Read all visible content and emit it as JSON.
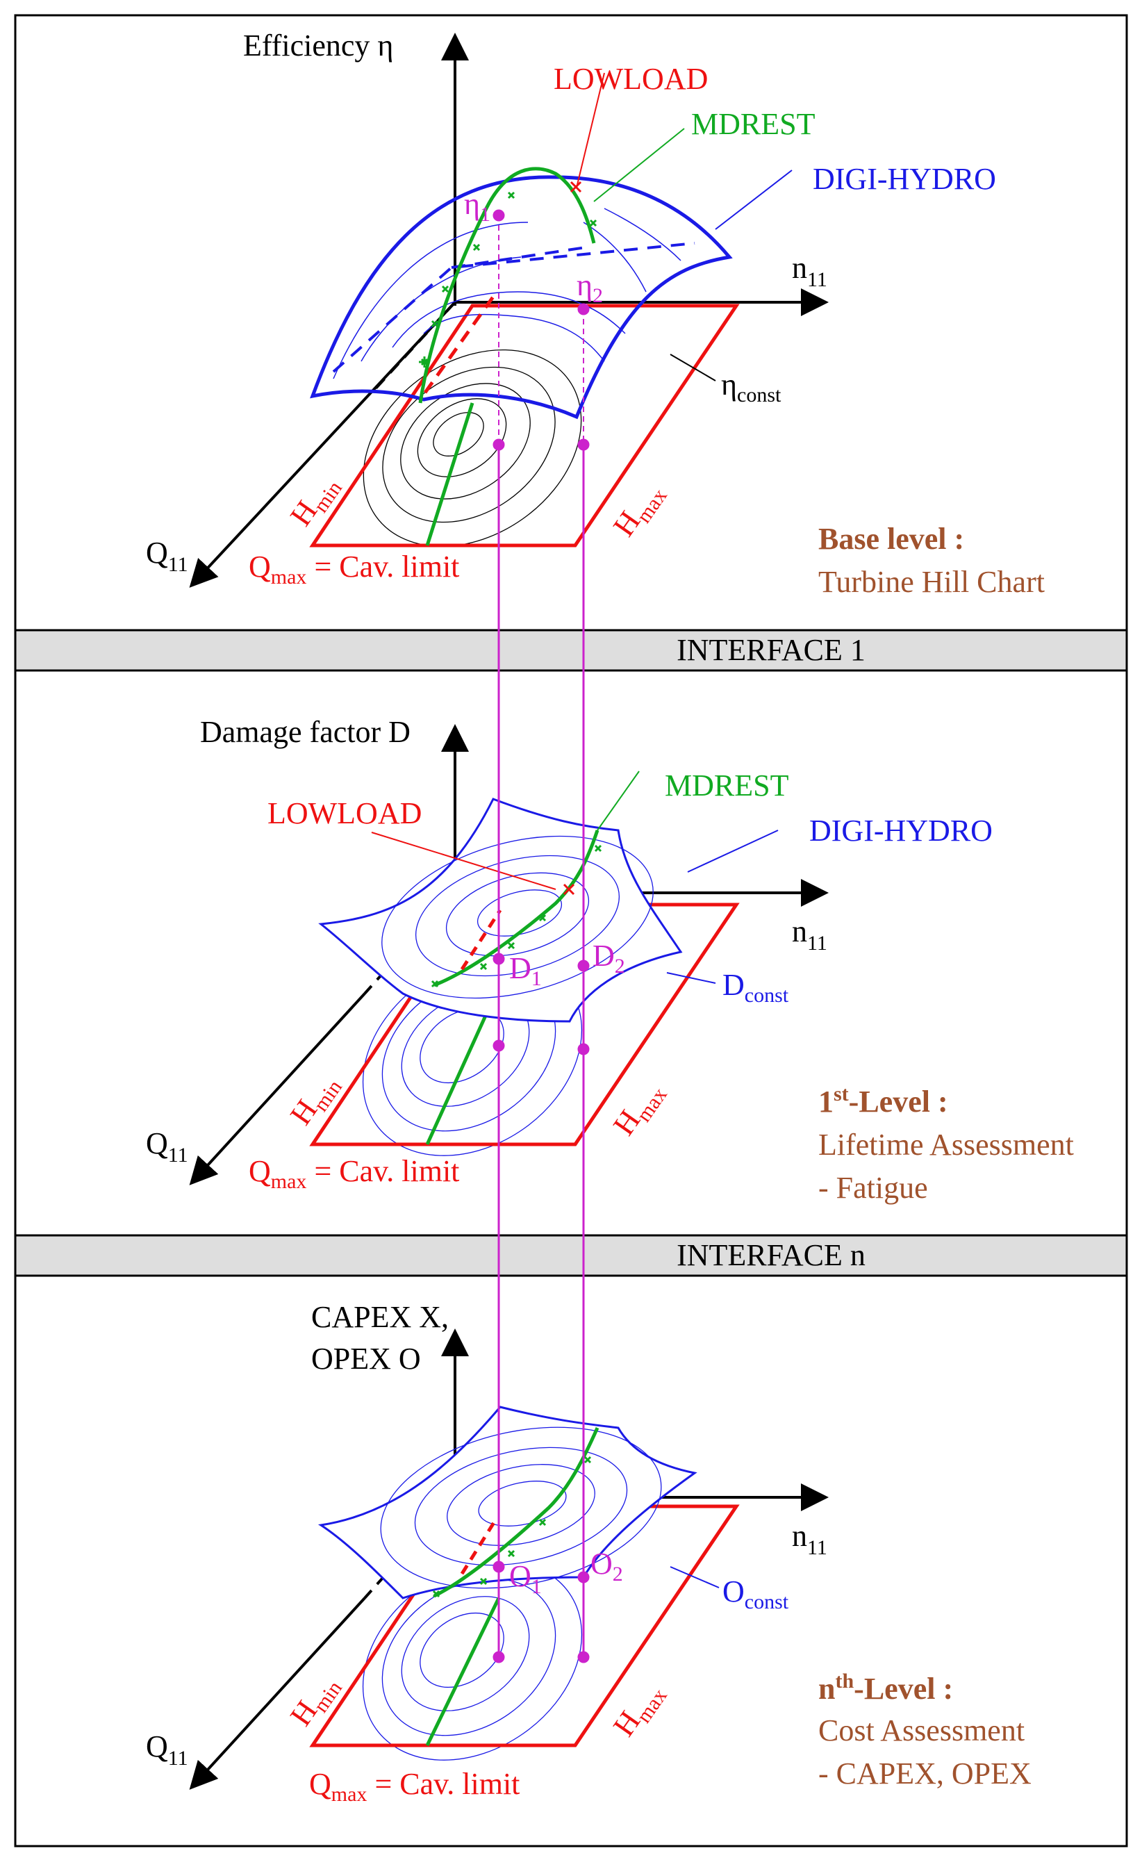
{
  "colors": {
    "red": "#ee1111",
    "green": "#11aa22",
    "blue": "#1a1ae6",
    "magenta": "#cc22cc",
    "brown": "#a0522d",
    "black": "#000000",
    "band": "#dedede"
  },
  "interfaces": {
    "one": "INTERFACE 1",
    "n": "INTERFACE n"
  },
  "panel1": {
    "axis_y": "Efficiency η",
    "axis_n_main": "n",
    "axis_n_sub": "11",
    "axis_q_main": "Q",
    "axis_q_sub": "11",
    "lowload": "LOWLOAD",
    "mdrest": "MDREST",
    "digihydro": "DIGI-HYDRO",
    "const_main": "η",
    "const_sub": "const",
    "p1_main": "η",
    "p1_sub": "1",
    "p2_main": "η",
    "p2_sub": "2",
    "hmin_main": "H",
    "hmin_sub": "min",
    "hmax_main": "H",
    "hmax_sub": "max",
    "qmax_main": "Q",
    "qmax_sub": "max",
    "qmax_rest": " = Cav. limit",
    "level_title": "Base level :",
    "level_desc": [
      "Turbine Hill Chart"
    ]
  },
  "panel2": {
    "axis_y": "Damage factor D",
    "axis_n_main": "n",
    "axis_n_sub": "11",
    "axis_q_main": "Q",
    "axis_q_sub": "11",
    "lowload": "LOWLOAD",
    "mdrest": "MDREST",
    "digihydro": "DIGI-HYDRO",
    "const_main": "D",
    "const_sub": "const",
    "p1_main": "D",
    "p1_sub": "1",
    "p2_main": "D",
    "p2_sub": "2",
    "hmin_main": "H",
    "hmin_sub": "min",
    "hmax_main": "H",
    "hmax_sub": "max",
    "qmax_main": "Q",
    "qmax_sub": "max",
    "qmax_rest": " = Cav. limit",
    "level_num": "1",
    "level_sup": "st",
    "level_rest": "-Level :",
    "level_desc": [
      "Lifetime Assessment",
      "- Fatigue"
    ]
  },
  "panel3": {
    "axis_y": [
      "CAPEX X,",
      "OPEX O"
    ],
    "axis_n_main": "n",
    "axis_n_sub": "11",
    "axis_q_main": "Q",
    "axis_q_sub": "11",
    "const_main": "O",
    "const_sub": "const",
    "p1_main": "O",
    "p1_sub": "1",
    "p2_main": "O",
    "p2_sub": "2",
    "hmin_main": "H",
    "hmin_sub": "min",
    "hmax_main": "H",
    "hmax_sub": "max",
    "qmax_main": "Q",
    "qmax_sub": "max",
    "qmax_rest": " = Cav. limit",
    "level_num": "n",
    "level_sup": "th",
    "level_rest": "-Level :",
    "level_desc": [
      "Cost Assessment",
      "- CAPEX, OPEX"
    ]
  }
}
